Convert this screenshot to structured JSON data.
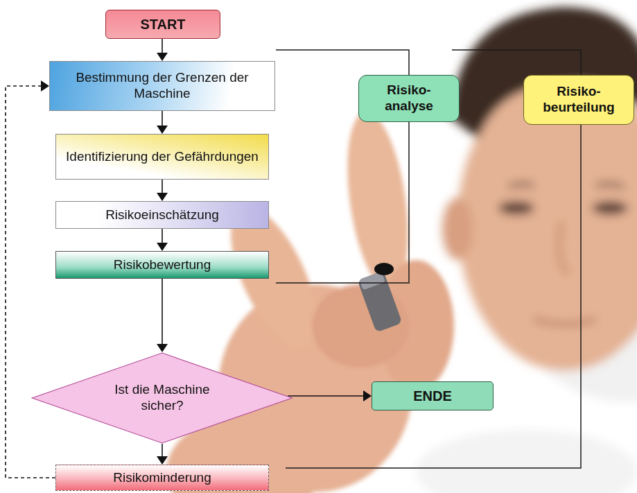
{
  "diagram": {
    "nodes": [
      {
        "text": [
          "START"
        ]
      },
      {
        "text": [
          "Bestimmung der Grenzen der Maschine"
        ]
      },
      {
        "text": [
          "Identifizierung der Gefährdungen"
        ]
      },
      {
        "text": [
          "Risikoeinschätzung"
        ]
      },
      {
        "text": [
          "Risikobewertung"
        ]
      },
      {
        "text": [
          "Ist die Maschine sicher?"
        ]
      },
      {
        "text": [
          "ENDE"
        ]
      },
      {
        "text": [
          "Risikominderung"
        ]
      },
      {
        "text": [
          "Risiko- analyse"
        ]
      },
      {
        "text": [
          "Risiko- beurteilung"
        ]
      }
    ],
    "edges": [
      {
        "from": 0,
        "to": 1,
        "arrow": "to"
      },
      {
        "from": 1,
        "to": 2,
        "arrow": "to"
      },
      {
        "from": 2,
        "to": 3,
        "arrow": "to"
      },
      {
        "from": 3,
        "to": 4,
        "arrow": "to"
      },
      {
        "from": 4,
        "to": 5,
        "arrow": "to"
      },
      {
        "from": 5,
        "to": 6,
        "arrow": "to"
      },
      {
        "from": 5,
        "to": 7,
        "arrow": "to"
      },
      {
        "from": 7,
        "to": 1,
        "arrow": "to"
      }
    ]
  }
}
